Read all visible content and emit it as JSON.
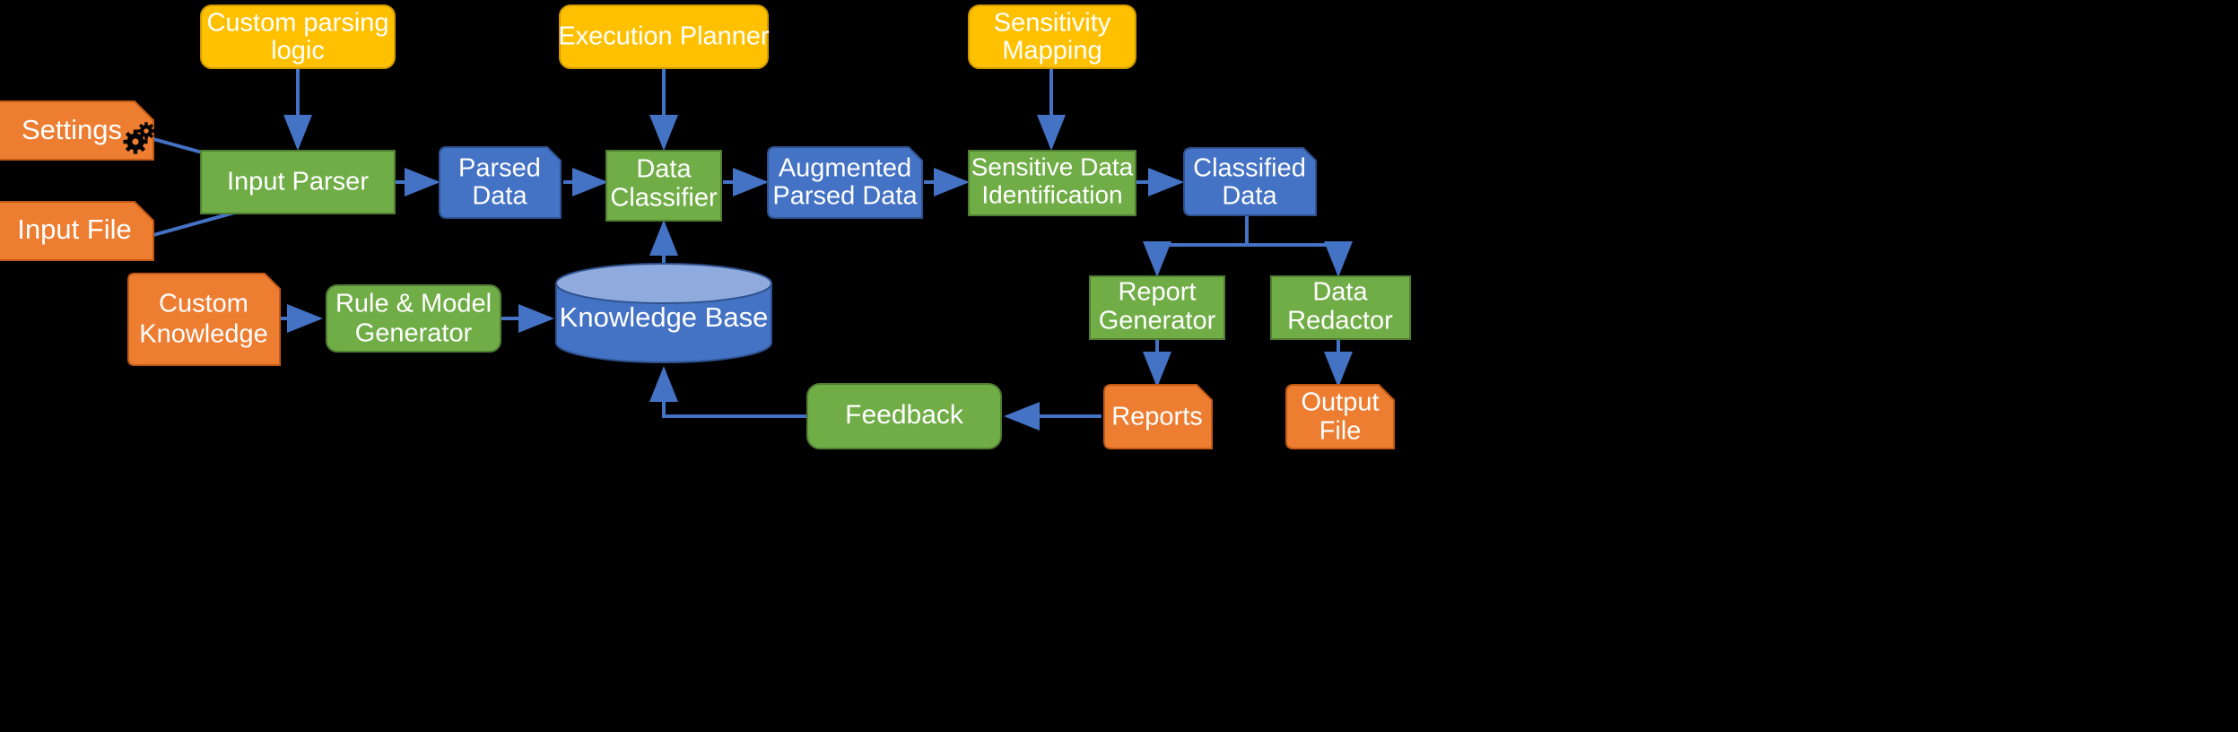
{
  "diagram": {
    "title": "Data parsing, classification and redaction pipeline",
    "background": "#000000",
    "palette": {
      "green": "#70AD47",
      "green_border": "#507E32",
      "orange": "#ED7D31",
      "orange_border": "#C15A14",
      "amber": "#FFC000",
      "amber_border": "#D29A00",
      "blue": "#4472C4",
      "blue_border": "#2F528F",
      "cylinder_top": "#8FAADC",
      "connector": "#4472C4",
      "label_text": "#FFFFFF"
    },
    "nodes": [
      {
        "id": "settings",
        "label": "Settings",
        "shape": "clipped-corner",
        "color": "orange",
        "icon": "gears-icon",
        "lines": [
          "Settings"
        ]
      },
      {
        "id": "input-file",
        "label": "Input File",
        "shape": "clipped-corner",
        "color": "orange",
        "lines": [
          "Input File"
        ]
      },
      {
        "id": "custom-parsing",
        "label": "Custom parsing logic",
        "shape": "rounded",
        "color": "amber",
        "lines": [
          "Custom parsing",
          "logic"
        ]
      },
      {
        "id": "input-parser",
        "label": "Input Parser",
        "shape": "rect",
        "color": "green",
        "lines": [
          "Input Parser"
        ]
      },
      {
        "id": "parsed-data",
        "label": "Parsed Data",
        "shape": "clipped-corner",
        "color": "blue",
        "lines": [
          "Parsed",
          "Data"
        ]
      },
      {
        "id": "execution-planner",
        "label": "Execution Planner",
        "shape": "rounded",
        "color": "amber",
        "lines": [
          "Execution Planner"
        ]
      },
      {
        "id": "data-classifier",
        "label": "Data Classifier",
        "shape": "rect",
        "color": "green",
        "lines": [
          "Data",
          "Classifier"
        ]
      },
      {
        "id": "augmented-parsed-data",
        "label": "Augmented Parsed Data",
        "shape": "clipped-corner",
        "color": "blue",
        "lines": [
          "Augmented",
          "Parsed Data"
        ]
      },
      {
        "id": "sensitivity-mapping",
        "label": "Sensitivity Mapping",
        "shape": "rounded",
        "color": "amber",
        "lines": [
          "Sensitivity",
          "Mapping"
        ]
      },
      {
        "id": "sensitive-data-identification",
        "label": "Sensitive Data Identification",
        "shape": "rect",
        "color": "green",
        "lines": [
          "Sensitive Data",
          "Identification"
        ]
      },
      {
        "id": "classified-data",
        "label": "Classified Data",
        "shape": "clipped-corner",
        "color": "blue",
        "lines": [
          "Classified",
          "Data"
        ]
      },
      {
        "id": "custom-knowledge",
        "label": "Custom Knowledge",
        "shape": "clipped-corner",
        "color": "orange",
        "lines": [
          "Custom",
          "Knowledge"
        ]
      },
      {
        "id": "rule-model-generator",
        "label": "Rule & Model Generator",
        "shape": "rounded",
        "color": "green",
        "lines": [
          "Rule & Model",
          "Generator"
        ]
      },
      {
        "id": "knowledge-base",
        "label": "Knowledge Base",
        "shape": "cylinder",
        "color": "blue",
        "lines": [
          "Knowledge Base"
        ]
      },
      {
        "id": "report-generator",
        "label": "Report Generator",
        "shape": "rect",
        "color": "green",
        "lines": [
          "Report",
          "Generator"
        ]
      },
      {
        "id": "data-redactor",
        "label": "Data Redactor",
        "shape": "rect",
        "color": "green",
        "lines": [
          "Data",
          "Redactor"
        ]
      },
      {
        "id": "reports",
        "label": "Reports",
        "shape": "clipped-corner",
        "color": "orange",
        "lines": [
          "Reports"
        ]
      },
      {
        "id": "output-file",
        "label": "Output File",
        "shape": "clipped-corner",
        "color": "orange",
        "lines": [
          "Output",
          "File"
        ]
      },
      {
        "id": "feedback",
        "label": "Feedback",
        "shape": "rounded",
        "color": "green",
        "lines": [
          "Feedback"
        ]
      }
    ],
    "edges": [
      {
        "from": "settings",
        "to": "input-parser"
      },
      {
        "from": "input-file",
        "to": "input-parser"
      },
      {
        "from": "custom-parsing",
        "to": "input-parser"
      },
      {
        "from": "input-parser",
        "to": "parsed-data"
      },
      {
        "from": "parsed-data",
        "to": "data-classifier"
      },
      {
        "from": "execution-planner",
        "to": "data-classifier"
      },
      {
        "from": "knowledge-base",
        "to": "data-classifier"
      },
      {
        "from": "data-classifier",
        "to": "augmented-parsed-data"
      },
      {
        "from": "augmented-parsed-data",
        "to": "sensitive-data-identification"
      },
      {
        "from": "sensitivity-mapping",
        "to": "sensitive-data-identification"
      },
      {
        "from": "sensitive-data-identification",
        "to": "classified-data"
      },
      {
        "from": "classified-data",
        "to": "report-generator"
      },
      {
        "from": "classified-data",
        "to": "data-redactor"
      },
      {
        "from": "custom-knowledge",
        "to": "rule-model-generator"
      },
      {
        "from": "rule-model-generator",
        "to": "knowledge-base"
      },
      {
        "from": "report-generator",
        "to": "reports"
      },
      {
        "from": "data-redactor",
        "to": "output-file"
      },
      {
        "from": "reports",
        "to": "feedback"
      },
      {
        "from": "feedback",
        "to": "knowledge-base"
      }
    ]
  }
}
